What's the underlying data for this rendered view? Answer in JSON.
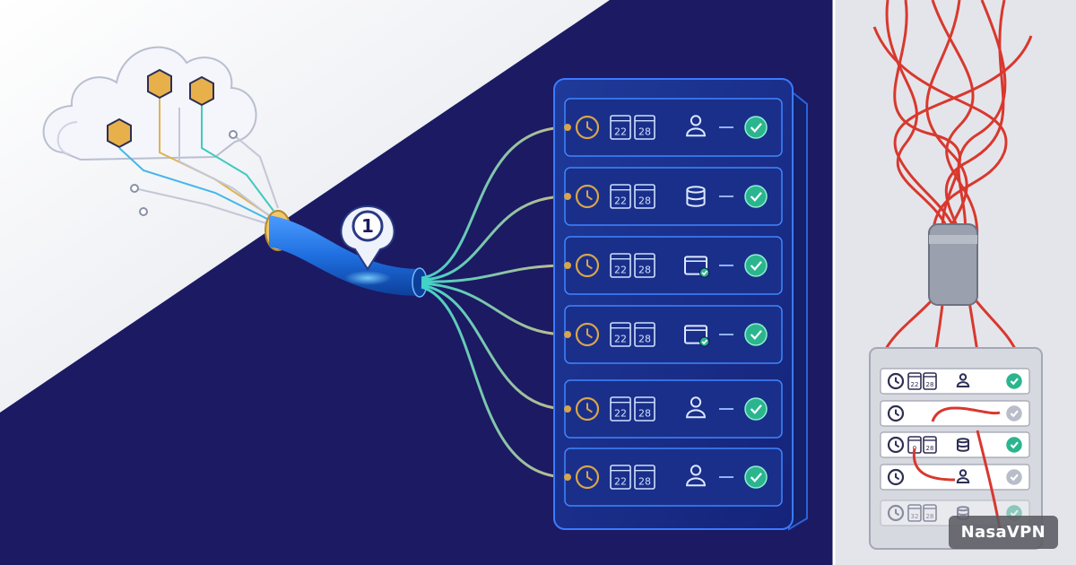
{
  "watermark": {
    "text": "NasaVPN"
  },
  "marker": {
    "number": "1"
  },
  "rack": {
    "rows": [
      {
        "date1": "22",
        "date2": "28",
        "icon": "user-icon"
      },
      {
        "date1": "22",
        "date2": "28",
        "icon": "database-icon"
      },
      {
        "date1": "22",
        "date2": "28",
        "icon": "browser-check-icon"
      },
      {
        "date1": "22",
        "date2": "28",
        "icon": "browser-check-icon"
      },
      {
        "date1": "22",
        "date2": "28",
        "icon": "user-icon"
      },
      {
        "date1": "22",
        "date2": "28",
        "icon": "user-icon"
      }
    ]
  },
  "small_panel": {
    "rows": [
      {
        "date1": "22",
        "date2": "28",
        "icon": "user-icon",
        "check": "green"
      },
      {
        "date1": "",
        "date2": "",
        "icon": "",
        "check": "gray"
      },
      {
        "date1": "0",
        "date2": "28",
        "icon": "database-icon",
        "check": "green"
      },
      {
        "date1": "",
        "date2": "",
        "icon": "user-icon",
        "check": "gray"
      },
      {
        "date1": "32",
        "date2": "28",
        "icon": "database-icon",
        "check": "green"
      }
    ]
  },
  "colors": {
    "navy": "#1b1a63",
    "accent_blue": "#1f6fe0",
    "gold": "#d9a54a",
    "teal_check": "#2bb58e",
    "tangled_red": "#d8382e"
  }
}
